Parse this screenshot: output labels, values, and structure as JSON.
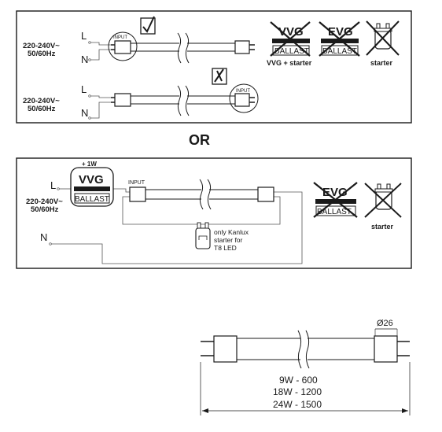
{
  "panel_a": {
    "voltage_line1": "220-240V~",
    "voltage_line2": "50/60Hz",
    "voltage2_line1": "220-240V~",
    "voltage2_line2": "50/60Hz",
    "label_L": "L",
    "label_N": "N",
    "label_L2": "L",
    "label_N2": "N",
    "input_label": "INPUT",
    "input_label2": "INPUT",
    "vvg_text": "VVG",
    "vvg_ballast": "BALLAST",
    "vvg_caption": "VVG + starter",
    "evg_text": "EVG",
    "evg_ballast": "BALLAST",
    "starter_caption": "starter"
  },
  "or_text": "OR",
  "panel_b": {
    "voltage_line1": "220-240V~",
    "voltage_line2": "50/60Hz",
    "label_L": "L",
    "label_N": "N",
    "power": "+ 1W",
    "vvg_text": "VVG",
    "vvg_ballast": "BALLAST",
    "input_label": "INPUT",
    "starter_note_1": "only Kanlux",
    "starter_note_2": "starter for",
    "starter_note_3": "T8 LED",
    "evg_text": "EVG",
    "evg_ballast": "BALLAST",
    "starter_caption": "starter"
  },
  "dimension": {
    "diameter": "Ø26",
    "line1": "9W - 600",
    "line2": "18W - 1200",
    "line3": "24W - 1500"
  }
}
